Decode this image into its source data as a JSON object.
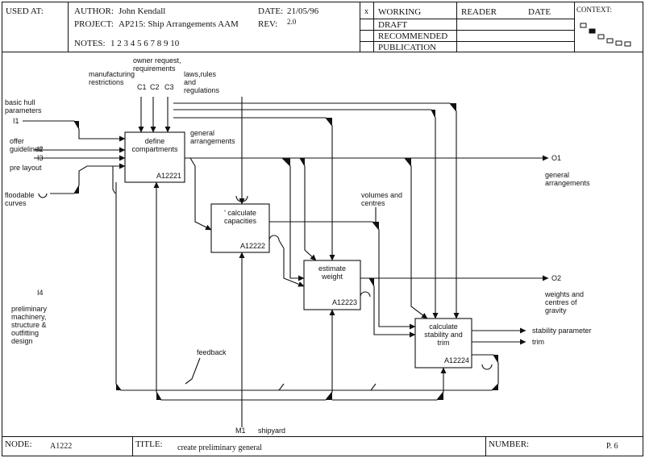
{
  "header": {
    "used_at_label": "USED AT:",
    "author_label": "AUTHOR:",
    "author": "John Kendall",
    "project_label": "PROJECT:",
    "project": "AP215: Ship Arrangements AAM",
    "date_label": "DATE:",
    "date": "21/05/96",
    "rev_label": "REV:",
    "rev": "2.0",
    "notes_label": "NOTES:",
    "notes": "1 2 3 4 5 6 7 8 9 10",
    "status_mark": "x",
    "statuses": [
      "WORKING",
      "DRAFT",
      "RECOMMENDED",
      "PUBLICATION"
    ],
    "reader_label": "READER",
    "reader_date_label": "DATE",
    "context_label": "CONTEXT:"
  },
  "diagram": {
    "activities": [
      {
        "title": "define\ncompartments",
        "node": "A12221"
      },
      {
        "title": "' calculate\ncapacities",
        "node": "A12222"
      },
      {
        "title": "estimate\nweight",
        "node": "A12223"
      },
      {
        "title": "calculate\nstability and\ntrim",
        "node": "A12224"
      }
    ],
    "inputs": {
      "i1_label": "basic hull\nparameters",
      "i1": "I1",
      "i2_label": "offer\nguidelines",
      "i2": "I2",
      "i3": "I3",
      "i3_label": "pre layout",
      "floodable": "floodable\ncurves",
      "i4": "I4",
      "i4_label": "preliminary\nmachinery,\nstructure &\noutfitting\ndesign"
    },
    "controls": {
      "c1": "C1",
      "c2": "C2",
      "c3": "C3",
      "manufacturing": "manufacturing\nrestrictions",
      "owner": "owner request,\nrequirements",
      "laws": "laws,rules\nand\nregulations"
    },
    "outputs": {
      "general_arrangements_label": "general\narrangements",
      "o1": "O1",
      "o1_label": "general\narrangements",
      "volumes": "volumes and\ncentres",
      "o2": "O2",
      "o2_label": "weights and\ncentres of\ngravity",
      "stability_parameter": "stability parameter",
      "trim": "trim",
      "feedback": "feedback"
    },
    "mechanisms": {
      "m1": "M1",
      "m1_label": "shipyard"
    }
  },
  "footer": {
    "node_label": "NODE:",
    "node": "A1222",
    "title_label": "TITLE:",
    "title": "create preliminary general",
    "number_label": "NUMBER:",
    "number": "P. 6"
  }
}
